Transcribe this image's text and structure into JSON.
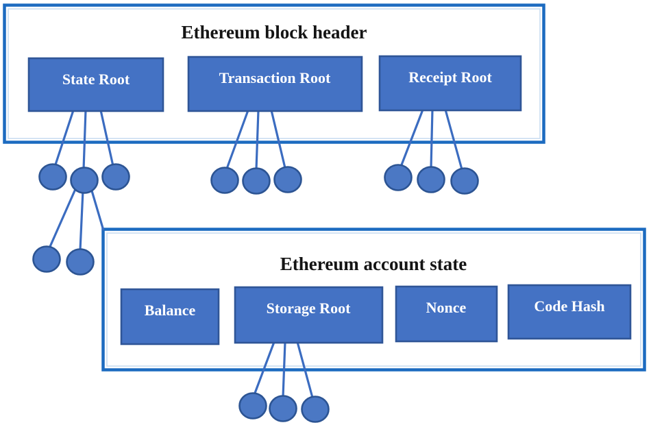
{
  "diagram": {
    "block_header": {
      "title": "Ethereum block header",
      "boxes": [
        {
          "label": "State Root"
        },
        {
          "label": "Transaction Root"
        },
        {
          "label": "Receipt Root"
        }
      ]
    },
    "account_state": {
      "title": "Ethereum account state",
      "boxes": [
        {
          "label": "Balance"
        },
        {
          "label": "Storage Root"
        },
        {
          "label": "Nonce"
        },
        {
          "label": "Code Hash"
        }
      ]
    },
    "node_groups": {
      "state_root_children": 3,
      "state_root_grandchildren": 2,
      "transaction_root_children": 3,
      "receipt_root_children": 3,
      "storage_root_children": 3
    }
  },
  "colors": {
    "container_border": "#1c6bc0",
    "container_inner_highlight": "#c9ddf2",
    "box_fill": "#4472c4",
    "box_border": "#2f5597",
    "node_fill": "#4b78c4",
    "node_border": "#2c5493",
    "connector": "#3b6cc0",
    "title_color": "#141414",
    "label_color": "#ffffff"
  }
}
